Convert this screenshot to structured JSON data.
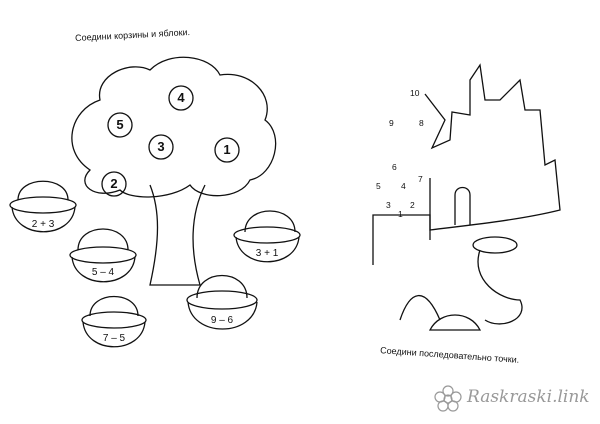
{
  "left": {
    "instruction": "Соедини корзины и яблоки.",
    "apples": [
      "5",
      "4",
      "3",
      "1",
      "2"
    ],
    "baskets": [
      "2 + 3",
      "5 – 4",
      "3 + 1",
      "9 – 6",
      "7 – 5"
    ]
  },
  "right": {
    "dot_numbers": [
      "10",
      "9",
      "8",
      "6",
      "7",
      "5",
      "4",
      "3",
      "2",
      "1"
    ],
    "instruction": "Соедини последовательно точки."
  },
  "watermark": "Raskraski.link"
}
